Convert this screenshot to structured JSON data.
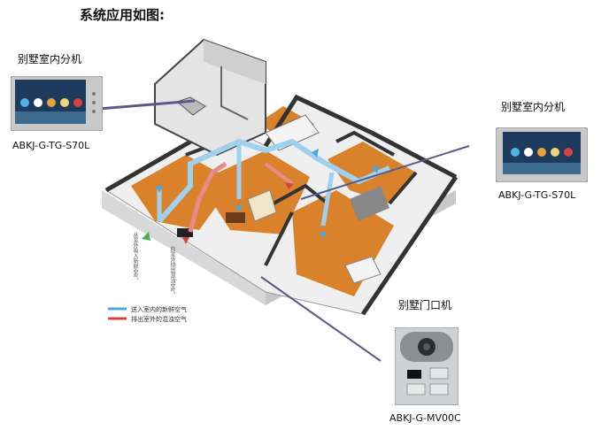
{
  "title": "系统应用如图:",
  "devices": {
    "indoor_left": {
      "label": "别墅室内分机",
      "model": "ABKJ-G-TG-S70L"
    },
    "indoor_right": {
      "label": "别墅室内分机",
      "model": "ABKJ-G-TG-S70L"
    },
    "door_station": {
      "label": "别墅门口机",
      "model": "ABKJ-G-MV00C"
    }
  },
  "legend": {
    "fresh_air": "送入室内的新鲜空气",
    "exhaust_air": "排出室外的混浊空气"
  },
  "annotations": {
    "intake": "从室外吸入新鲜空气",
    "exhaust": "向室外排出混浊空气"
  },
  "colors": {
    "fresh_air": "#4aa8e0",
    "exhaust_air": "#d94040",
    "connector_line": "#5a5a8a",
    "floor": "#d9822b"
  }
}
